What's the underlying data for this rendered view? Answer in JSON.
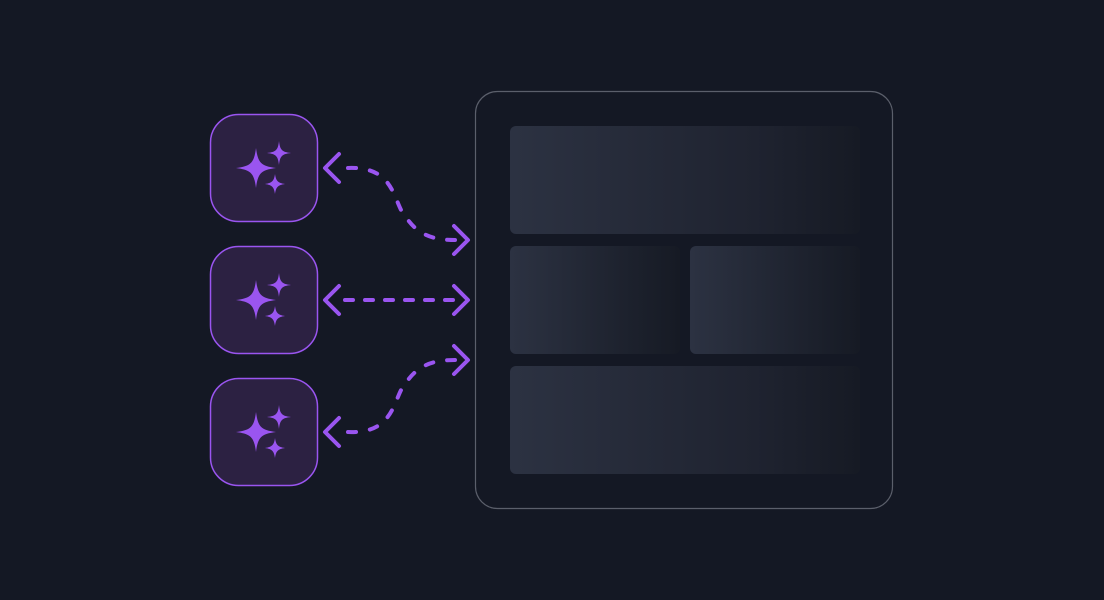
{
  "colors": {
    "background": "#141824",
    "accent": "#9a55f0",
    "agent_fill": "#2c2142",
    "frame_stroke": "#5b5f6b",
    "panel": "#2c3242"
  },
  "agents": [
    {
      "icon": "sparkles-icon"
    },
    {
      "icon": "sparkles-icon"
    },
    {
      "icon": "sparkles-icon"
    }
  ],
  "connectors": [
    {
      "style": "dashed",
      "direction": "bidirectional"
    },
    {
      "style": "dashed",
      "direction": "bidirectional"
    },
    {
      "style": "dashed",
      "direction": "bidirectional"
    }
  ]
}
